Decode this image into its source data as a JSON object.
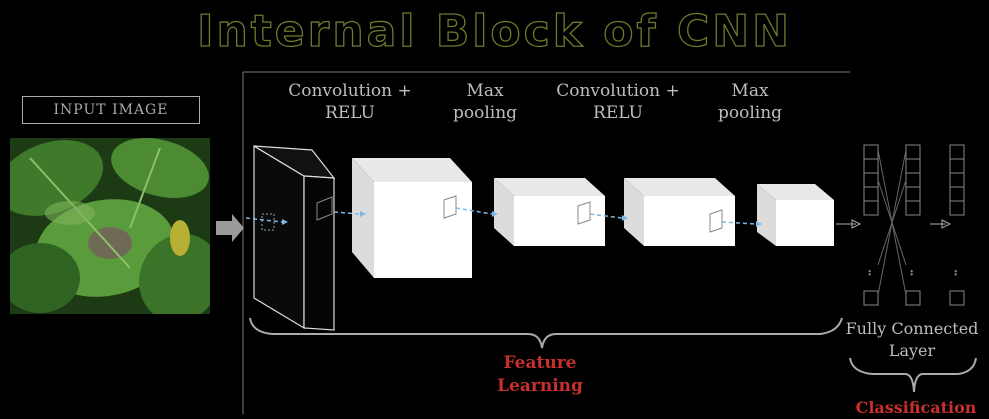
{
  "title": "Internal Block of CNN",
  "input_label": "INPUT IMAGE",
  "stages": [
    {
      "line1": "Convolution +",
      "line2": "RELU"
    },
    {
      "line1": "Max",
      "line2": "pooling"
    },
    {
      "line1": "Convolution +",
      "line2": "RELU"
    },
    {
      "line1": "Max",
      "line2": "pooling"
    }
  ],
  "fully_connected": {
    "line1": "Fully Connected",
    "line2": "Layer"
  },
  "feature_learning": {
    "line1": "Feature",
    "line2": "Learning"
  },
  "classification": "Classification",
  "colors": {
    "title_outline": "#6f7a2c",
    "accent_red": "#c8302c",
    "arrow_blue": "#7ab8e8",
    "block_white": "#ffffff"
  }
}
